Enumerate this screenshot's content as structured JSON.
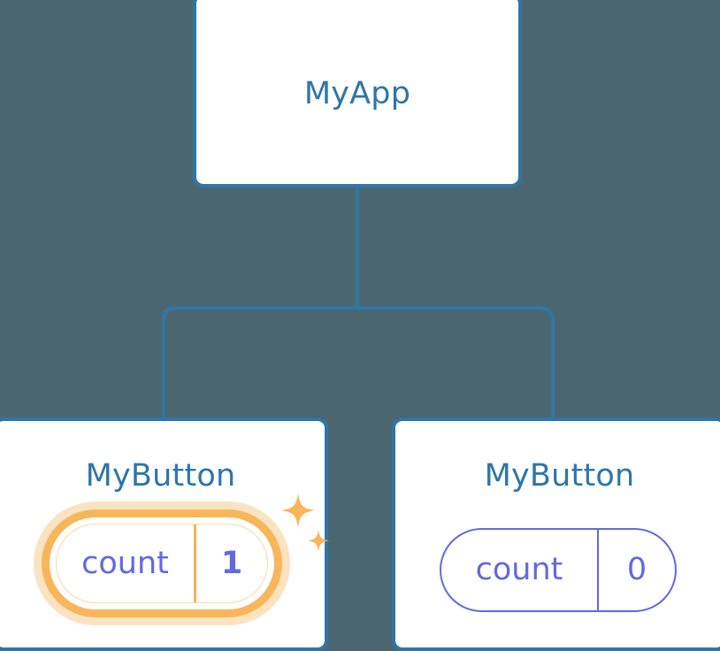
{
  "diagram": {
    "type": "component-tree",
    "background_color": "#4c6671",
    "accent_color": "#2e76a8",
    "state_color": "#6269e0",
    "highlight_color": "#f5b358",
    "highlight_glow_color": "#fbe3c2"
  },
  "root": {
    "title": "MyApp"
  },
  "children": [
    {
      "title": "MyButton",
      "state": {
        "key": "count",
        "value": "1"
      },
      "highlighted": true,
      "sparkles": [
        "sparkle-large",
        "sparkle-small"
      ]
    },
    {
      "title": "MyButton",
      "state": {
        "key": "count",
        "value": "0"
      },
      "highlighted": false
    }
  ],
  "edges": {
    "from": "MyApp",
    "to": [
      "MyButton",
      "MyButton"
    ]
  }
}
